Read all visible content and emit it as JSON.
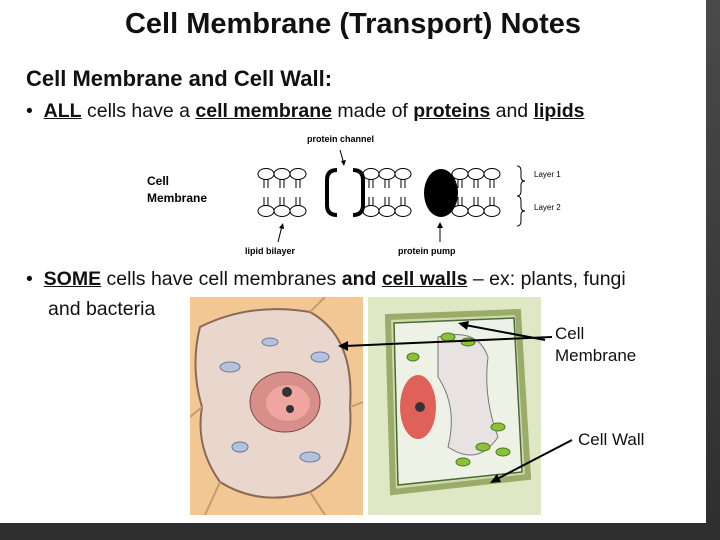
{
  "title": "Cell Membrane (Transport) Notes",
  "heading": "Cell Membrane and Cell Wall:",
  "bullet1": {
    "marker": "•",
    "p1": "ALL",
    "p2": " cells have a ",
    "p3": "cell membrane",
    "p4": " made of ",
    "p5": "proteins",
    "p6": " and ",
    "p7": "lipids"
  },
  "bullet2": {
    "marker": "•",
    "p1": "SOME",
    "p2": " cells have cell membranes ",
    "p3": "and ",
    "p4": "cell walls",
    "p5": " – ex: plants, fungi",
    "line2": "and bacteria"
  },
  "diagram": {
    "label_line1": "Cell",
    "label_line2": "Membrane",
    "protein_channel": "protein channel",
    "lipid_bilayer": "lipid bilayer",
    "protein_pump": "protein pump",
    "layer1": "Layer 1",
    "layer2": "Layer 2"
  },
  "cells": {
    "membrane_label_line1": "Cell",
    "membrane_label_line2": "Membrane",
    "wall_label": "Cell Wall"
  }
}
